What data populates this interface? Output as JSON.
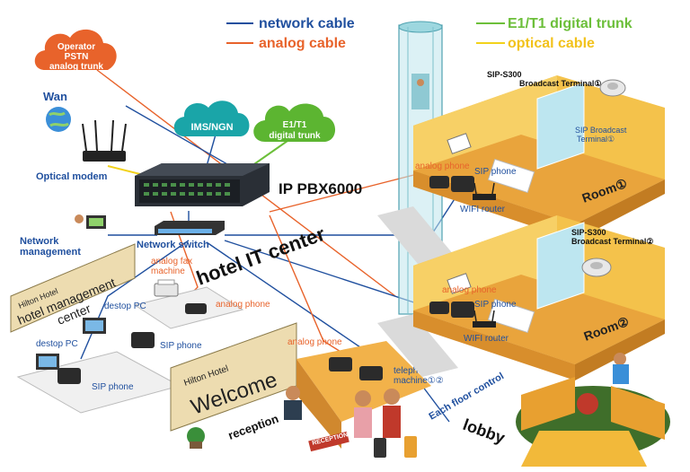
{
  "legend": {
    "network_cable": "network cable",
    "analog_cable": "analog cable",
    "e1t1_trunk": "E1/T1 digital trunk",
    "optical_cable": "optical cable"
  },
  "clouds": {
    "operator": [
      "Operator",
      "PSTN",
      "analog trunk"
    ],
    "ims": "IMS/NGN",
    "e1t1": [
      "E1/T1",
      "digital trunk"
    ]
  },
  "labels": {
    "wan": "Wan",
    "optical_modem": "Optical modem",
    "pbx": "IP PBX6000",
    "it_center": "hotel IT center",
    "network_management": [
      "Network",
      "management"
    ],
    "network_switch": "Network switch",
    "analog_fax": [
      "analog fax",
      "machine"
    ],
    "analog_phone_left": "analog phone",
    "destop_pc_1": "destop PC",
    "destop_pc_2": "destop PC",
    "sip_phone_1": "SIP phone",
    "sip_phone_2": "SIP phone",
    "hilton_mgmt": "Hilton Hotel",
    "hotel_mgmt_center": [
      "hotel management",
      "center"
    ],
    "analog_phone_mid": "analog phone",
    "hilton_welcome": "Hilton Hotel",
    "welcome": "Welcome",
    "reception": "reception",
    "reception_sign": "RECEPTION",
    "telephone_machine": [
      "telephone",
      "machine①②"
    ],
    "each_floor_control": "Each floor control",
    "lobby": "lobby",
    "room1_analog_phone": "analog phone",
    "room1_sip_phone": "SIP phone",
    "room1_wifi": "WIFI router",
    "room1_sip_broadcast_title": "SIP-S300",
    "room1_broadcast_terminal": "Broadcast Terminal①",
    "room1_sip_broadcast": [
      "SIP Broadcast",
      "Terminal①"
    ],
    "room1_name": "Room①",
    "room2_analog_phone": "analog phone",
    "room2_sip_phone": "SIP phone",
    "room2_wifi": "WIFI router",
    "room2_sip_broadcast_title": "SIP-S300",
    "room2_broadcast_terminal": "Broadcast Terminal②",
    "room2_name": "Room②"
  },
  "colors": {
    "network": "#1f4f9e",
    "analog": "#e8632b",
    "e1t1": "#6cbf3a",
    "optical": "#f2d21b",
    "cloud_orange": "#e8632b",
    "cloud_teal": "#1aa5a8",
    "cloud_green": "#5cb531",
    "wall": "#f4c24b",
    "floor": "#e9a43c"
  },
  "icons": [
    "globe-icon",
    "router-icon",
    "pbx-server-icon",
    "switch-icon",
    "phone-icon",
    "pc-icon",
    "fax-icon",
    "elevator-icon",
    "speaker-icon"
  ]
}
